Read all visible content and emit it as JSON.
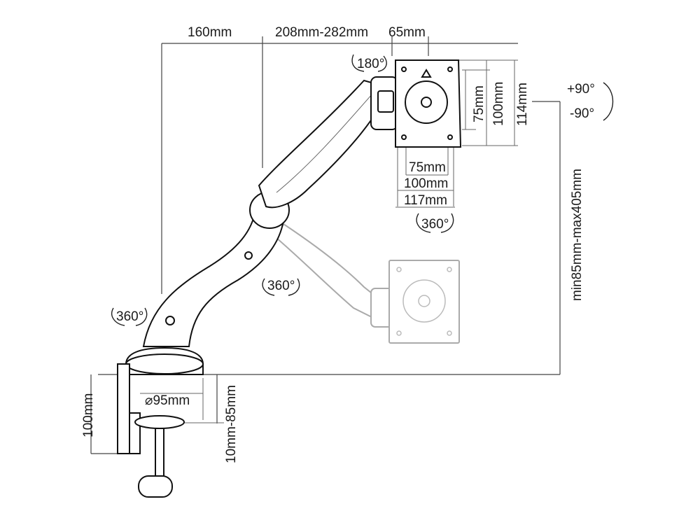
{
  "dimensions": {
    "top_arm_reach_1": "160mm",
    "top_arm_reach_2": "208mm-282mm",
    "top_offset": "65mm",
    "vesa_vertical_75": "75mm",
    "vesa_vertical_100": "100mm",
    "plate_height_114": "114mm",
    "vesa_horizontal_75": "75mm",
    "vesa_horizontal_100": "100mm",
    "plate_width_117": "117mm",
    "height_range": "min85mm-max405mm",
    "base_diameter": "⌀95mm",
    "clamp_height": "100mm",
    "desk_thickness": "10mm-85mm"
  },
  "rotations": {
    "tilt_top": "180°",
    "swivel_plate": "360°",
    "swivel_elbow": "360°",
    "swivel_base": "360°",
    "tilt_plus": "+90°",
    "tilt_minus": "-90°"
  }
}
